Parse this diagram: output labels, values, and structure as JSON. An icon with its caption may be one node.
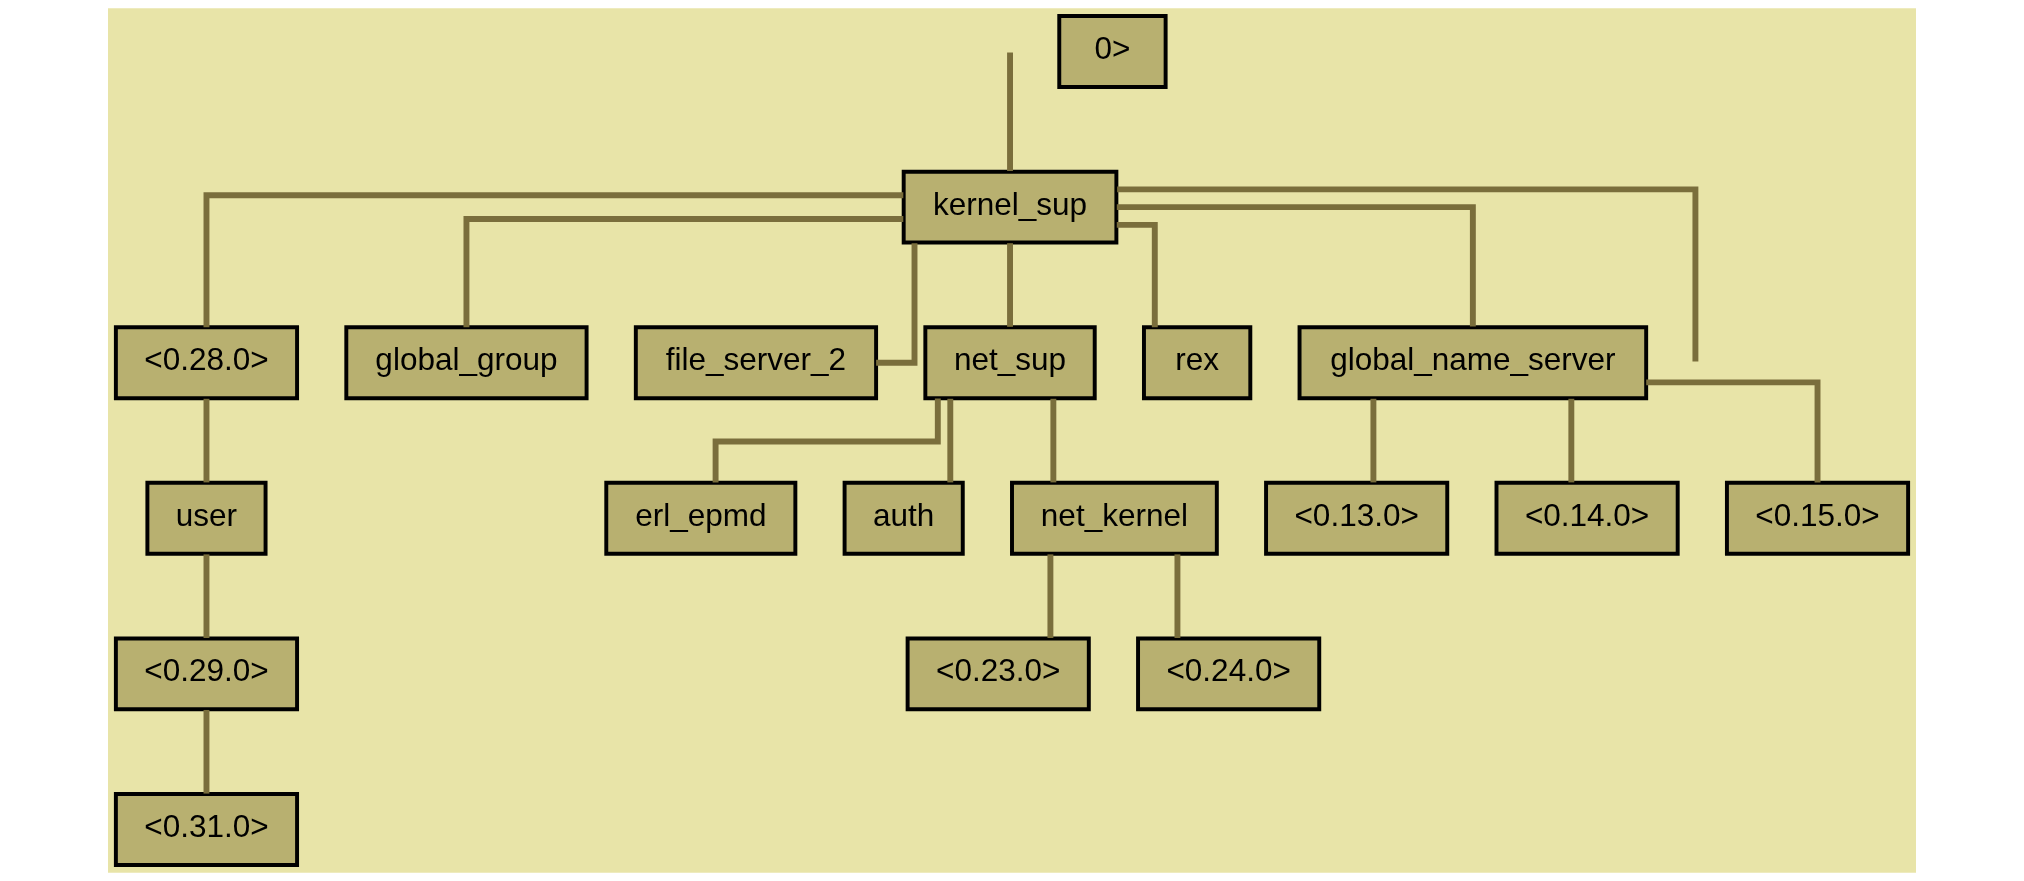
{
  "diagram": {
    "nodes": [
      {
        "text": [
          "kernel_sup"
        ]
      },
      {
        "text": [
          "<0.28.0>"
        ]
      },
      {
        "text": [
          "global_group"
        ]
      },
      {
        "text": [
          "file_server_2"
        ]
      },
      {
        "text": [
          "net_sup"
        ]
      },
      {
        "text": [
          "rex"
        ]
      },
      {
        "text": [
          "global_name_server"
        ]
      },
      {
        "text": [
          "user"
        ]
      },
      {
        "text": [
          "erl_epmd"
        ]
      },
      {
        "text": [
          "auth"
        ]
      },
      {
        "text": [
          "net_kernel"
        ]
      },
      {
        "text": [
          "<0.13.0>"
        ]
      },
      {
        "text": [
          "<0.14.0>"
        ]
      },
      {
        "text": [
          "<0.15.0>"
        ]
      },
      {
        "text": [
          "0>"
        ]
      },
      {
        "text": [
          "<0.29.0>"
        ]
      },
      {
        "text": [
          "<0.23.0>"
        ]
      },
      {
        "text": [
          "<0.24.0>"
        ]
      },
      {
        "text": [
          "<0.31.0>"
        ]
      }
    ],
    "edges": [
      {
        "from": null,
        "to": 0,
        "arrow": "none"
      },
      {
        "from": 0,
        "to": null,
        "arrow": "none"
      },
      {
        "from": 0,
        "to": 1,
        "arrow": "none"
      },
      {
        "from": 0,
        "to": 2,
        "arrow": "none"
      },
      {
        "from": 0,
        "to": 3,
        "arrow": "none"
      },
      {
        "from": 0,
        "to": 4,
        "arrow": "none"
      },
      {
        "from": 0,
        "to": 5,
        "arrow": "none"
      },
      {
        "from": 0,
        "to": 6,
        "arrow": "none"
      },
      {
        "from": 1,
        "to": 7,
        "arrow": "none"
      },
      {
        "from": 4,
        "to": 8,
        "arrow": "none"
      },
      {
        "from": 4,
        "to": 9,
        "arrow": "none"
      },
      {
        "from": 4,
        "to": 10,
        "arrow": "none"
      },
      {
        "from": 6,
        "to": 11,
        "arrow": "none"
      },
      {
        "from": 6,
        "to": 12,
        "arrow": "none"
      },
      {
        "from": 6,
        "to": 13,
        "arrow": "none"
      },
      {
        "from": 7,
        "to": 15,
        "arrow": "none"
      },
      {
        "from": 10,
        "to": 16,
        "arrow": "none"
      },
      {
        "from": 10,
        "to": 17,
        "arrow": "none"
      },
      {
        "from": 15,
        "to": 18,
        "arrow": "none"
      }
    ]
  }
}
